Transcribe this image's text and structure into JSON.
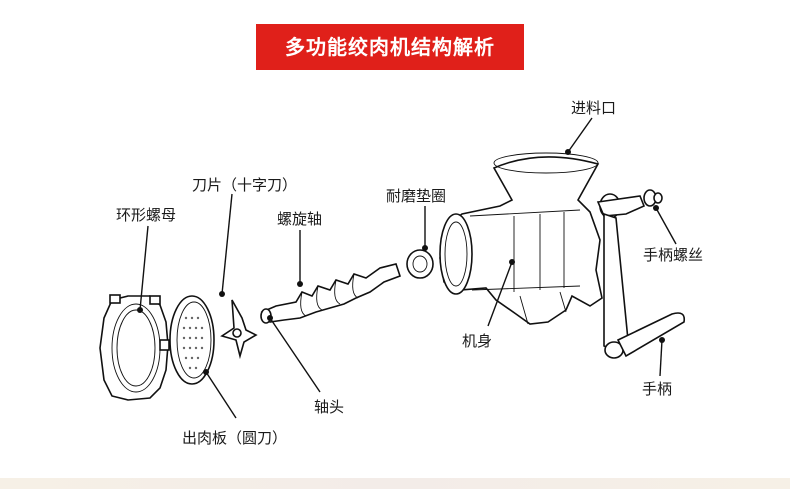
{
  "title": "多功能绞肉机结构解析",
  "labels": {
    "ring_nut": "环形螺母",
    "blade": "刀片（十字刀）",
    "screw_shaft": "螺旋轴",
    "gasket": "耐磨垫圈",
    "feed_inlet": "进料口",
    "handle_screw": "手柄螺丝",
    "body": "机身",
    "handle": "手柄",
    "shaft_head": "轴头",
    "plate": "出肉板（圆刀）"
  },
  "colors": {
    "title_bg": "#e0201a",
    "title_text": "#ffffff",
    "line": "#111111"
  }
}
